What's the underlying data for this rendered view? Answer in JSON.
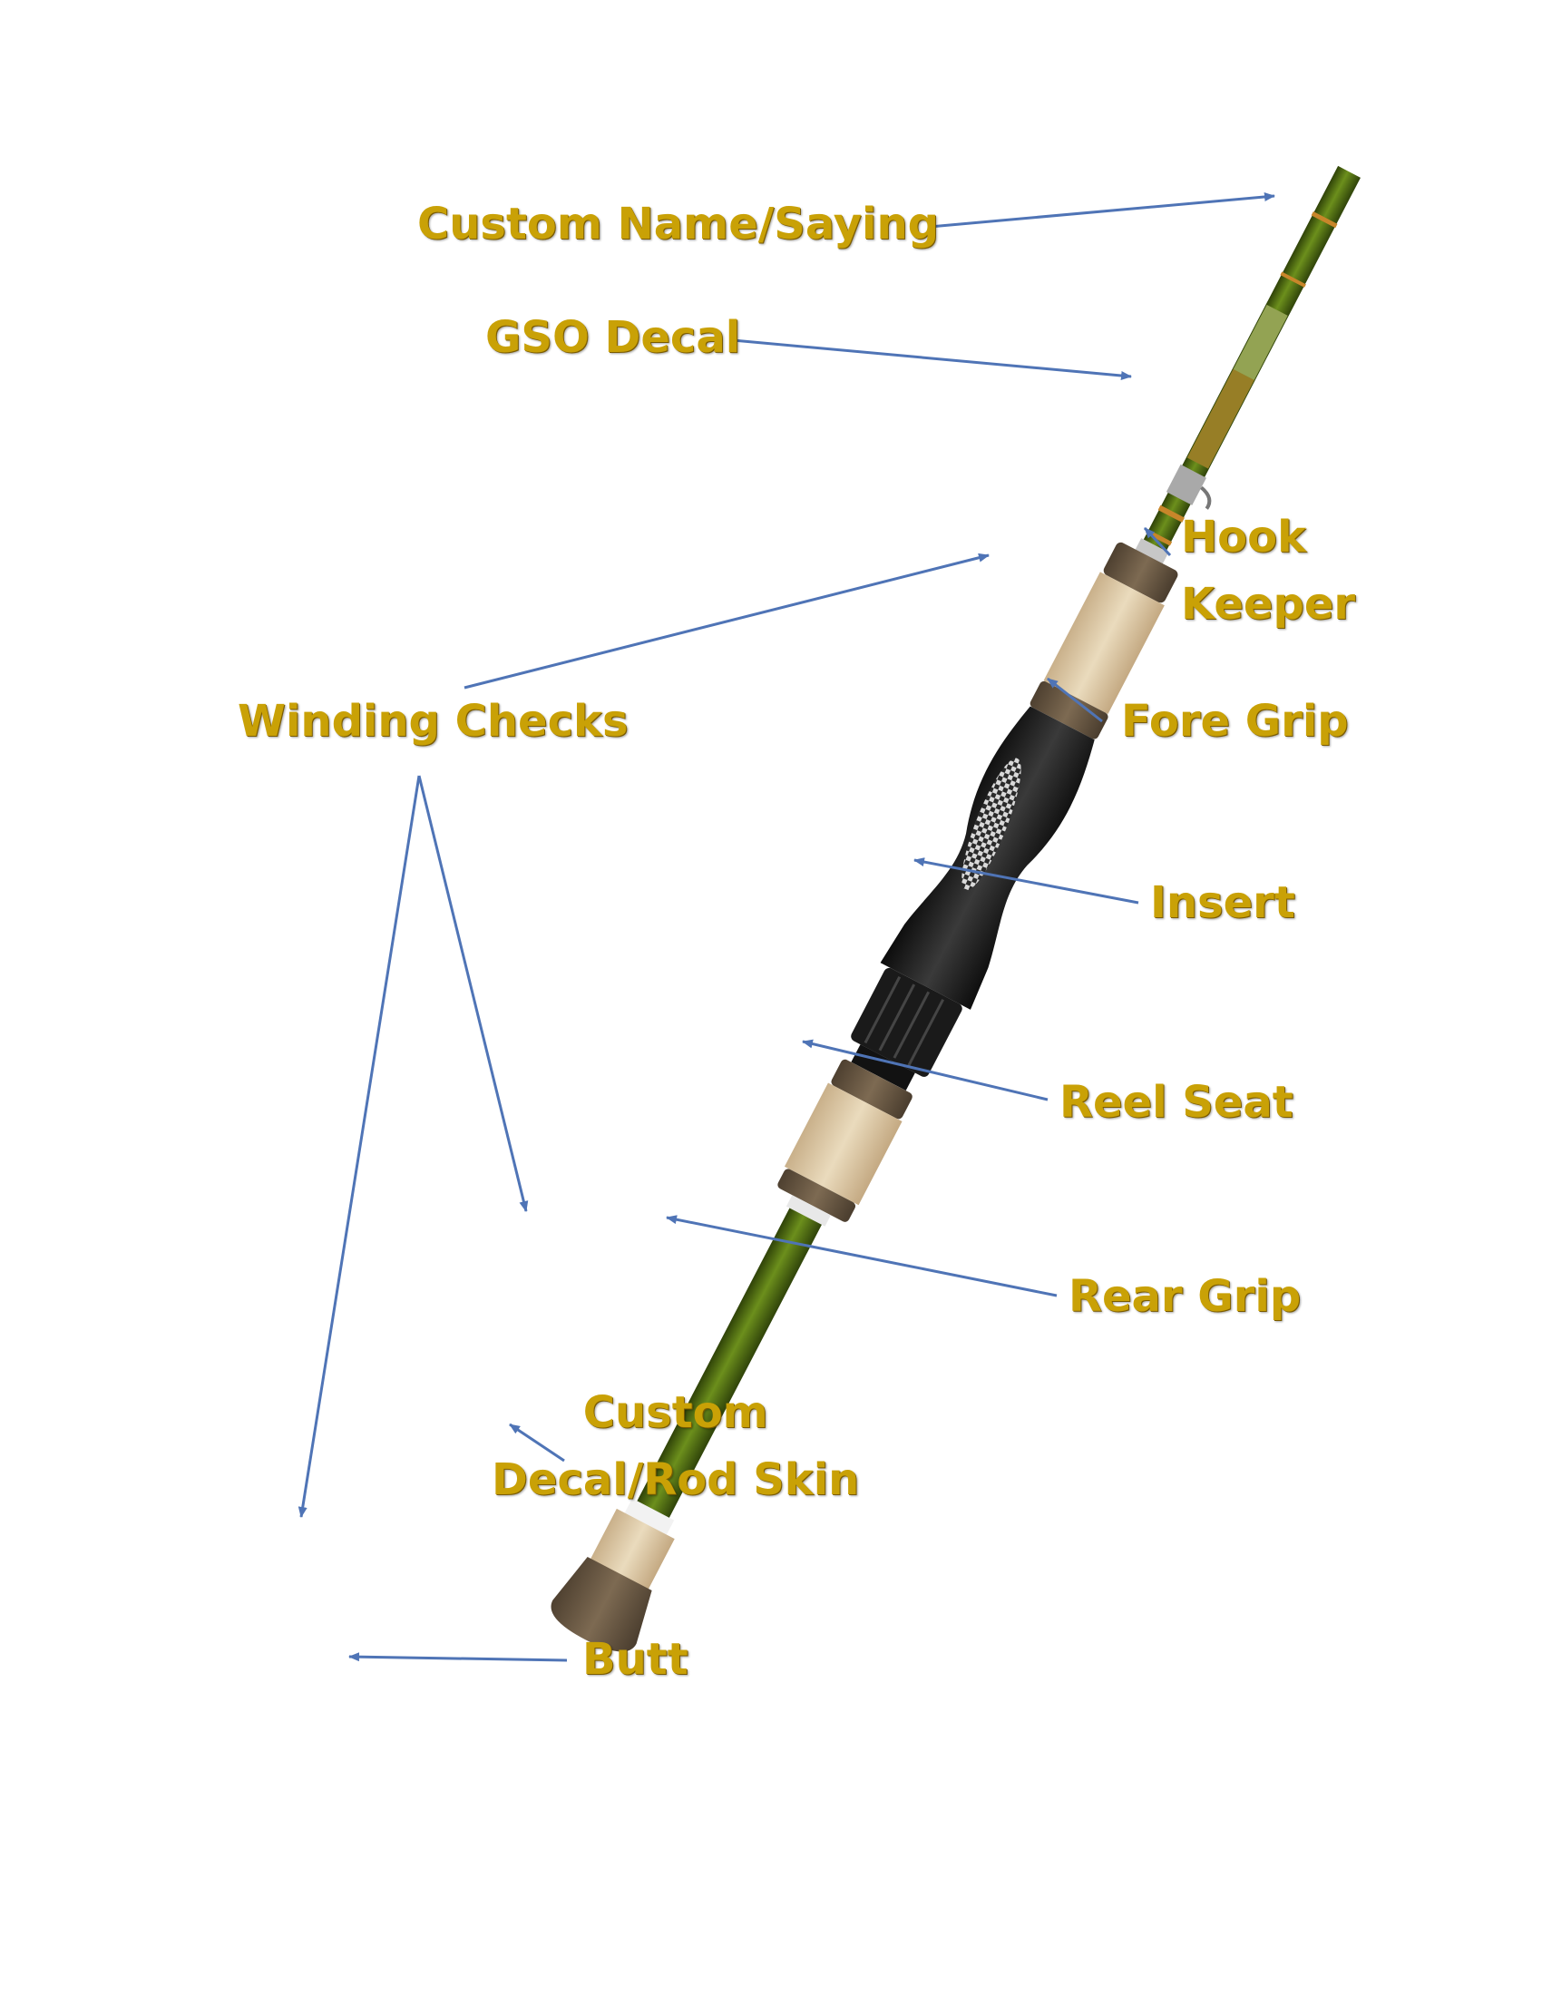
{
  "colors": {
    "label": "#C9A106",
    "arrow": "#4F74B6",
    "blank": "#5A7A14",
    "cork": "#E2CDA8",
    "burl_cork": "#6B5A45",
    "seat": "#1E1E1E",
    "thread": "#C8862A"
  },
  "labels": {
    "custom_name": "Custom Name/Saying",
    "gso_decal": "GSO Decal",
    "hook_keeper_1": "Hook",
    "hook_keeper_2": "Keeper",
    "winding_checks": "Winding Checks",
    "fore_grip": "Fore Grip",
    "insert": "Insert",
    "reel_seat": "Reel Seat",
    "rear_grip": "Rear Grip",
    "custom_decal_1": "Custom",
    "custom_decal_2": "Decal/Rod Skin",
    "butt": "Butt"
  }
}
